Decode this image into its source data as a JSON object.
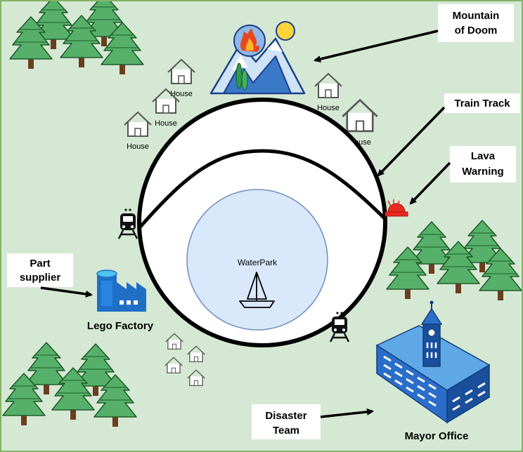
{
  "labels": {
    "mountain": [
      "Mountain",
      "of Doom"
    ],
    "train_track": "Train Track",
    "lava_warning": [
      "Lava",
      "Warning"
    ],
    "part_supplier": [
      "Part",
      "supplier"
    ],
    "lego_factory": "Lego Factory",
    "waterpark": "WaterPark",
    "disaster_team": [
      "Disaster",
      "Team"
    ],
    "mayor_office": "Mayor Office",
    "house": "House"
  },
  "colors": {
    "background": "#d5e8d4",
    "tree_dark": "#2d7a3a",
    "tree_light": "#56b06a",
    "trunk": "#6b3e1f",
    "lake_fill": "#dae8fc",
    "lake_stroke": "#6c8ebf",
    "mountain_blue": "#3a78c8",
    "factory_blue": "#1f6fc6",
    "alarm_red": "#e82a1e",
    "sun": "#ffd43b"
  },
  "icons": {
    "tree": "tree-icon",
    "house": "house-icon",
    "train": "train-icon",
    "alarm": "alarm-light-icon",
    "factory": "factory-icon",
    "boat": "sailboat-icon",
    "mountain": "mountain-icon",
    "building": "city-hall-icon"
  }
}
